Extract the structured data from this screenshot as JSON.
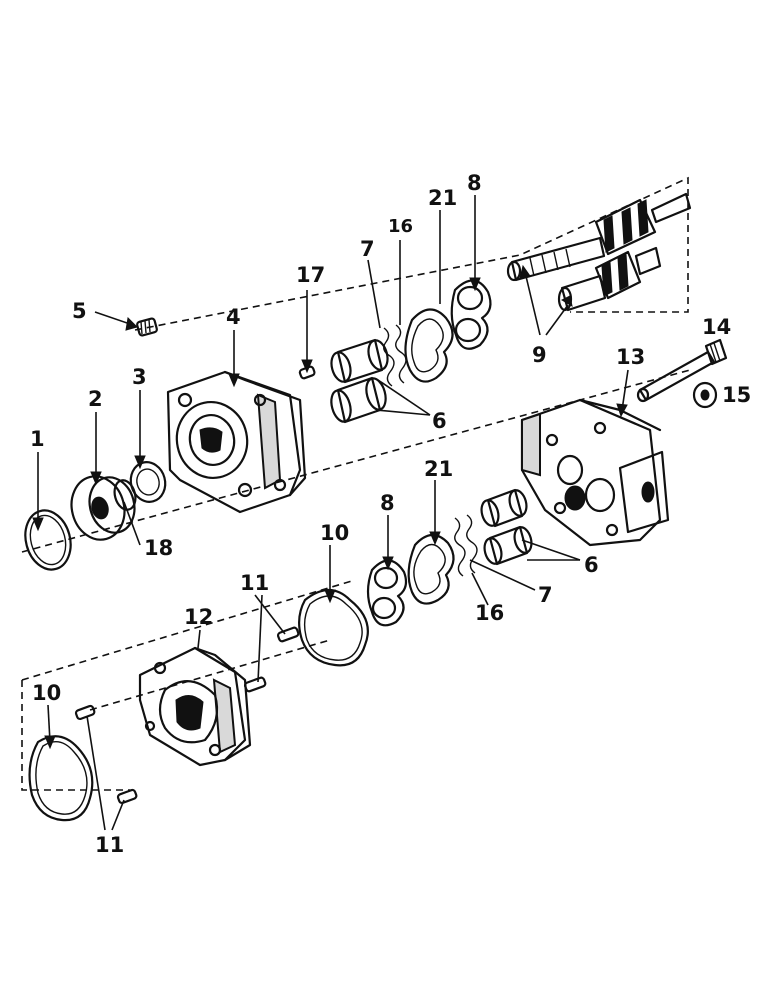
{
  "diagram": {
    "labels": [
      {
        "id": "lbl-1",
        "text": "1"
      },
      {
        "id": "lbl-2",
        "text": "2"
      },
      {
        "id": "lbl-3",
        "text": "3"
      },
      {
        "id": "lbl-4",
        "text": "4"
      },
      {
        "id": "lbl-5",
        "text": "5"
      },
      {
        "id": "lbl-6a",
        "text": "6"
      },
      {
        "id": "lbl-6b",
        "text": "6"
      },
      {
        "id": "lbl-7a",
        "text": "7"
      },
      {
        "id": "lbl-7b",
        "text": "7"
      },
      {
        "id": "lbl-8a",
        "text": "8"
      },
      {
        "id": "lbl-8b",
        "text": "8"
      },
      {
        "id": "lbl-9",
        "text": "9"
      },
      {
        "id": "lbl-10a",
        "text": "10"
      },
      {
        "id": "lbl-10b",
        "text": "10"
      },
      {
        "id": "lbl-11a",
        "text": "11"
      },
      {
        "id": "lbl-11b",
        "text": "11"
      },
      {
        "id": "lbl-12",
        "text": "12"
      },
      {
        "id": "lbl-13",
        "text": "13"
      },
      {
        "id": "lbl-14",
        "text": "14"
      },
      {
        "id": "lbl-15",
        "text": "15"
      },
      {
        "id": "lbl-16a",
        "text": "16"
      },
      {
        "id": "lbl-16b",
        "text": "16"
      },
      {
        "id": "lbl-17",
        "text": "17"
      },
      {
        "id": "lbl-18",
        "text": "18"
      },
      {
        "id": "lbl-21a",
        "text": "21"
      },
      {
        "id": "lbl-21b",
        "text": "21"
      }
    ]
  }
}
